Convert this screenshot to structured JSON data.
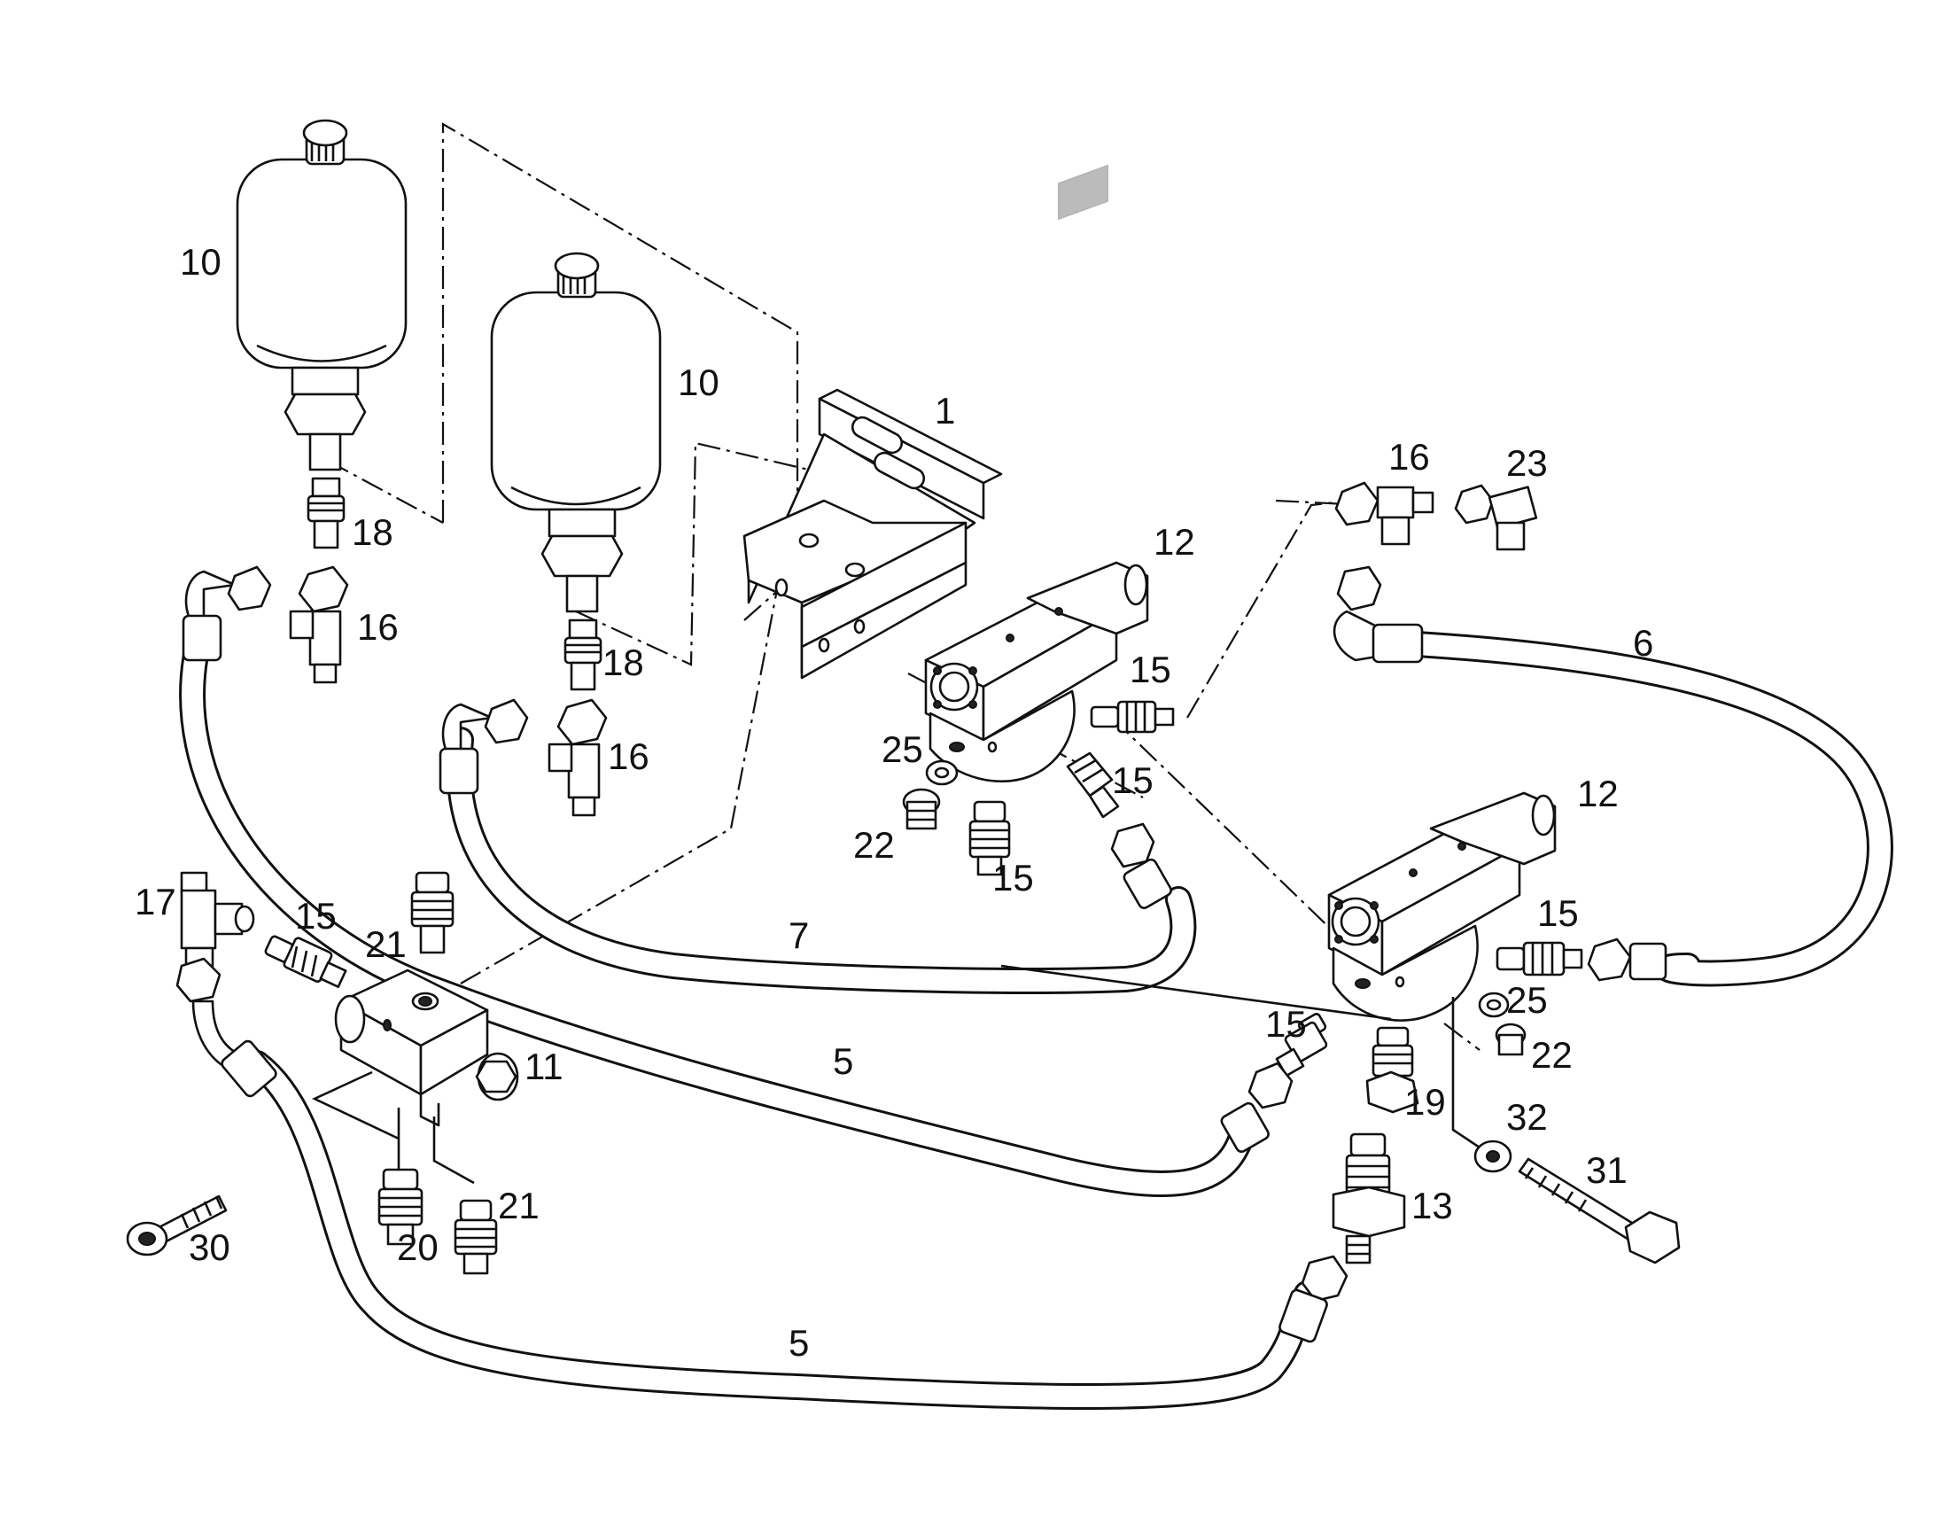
{
  "callouts": [
    {
      "id": "c10a",
      "text": "10"
    },
    {
      "id": "c10b",
      "text": "10"
    },
    {
      "id": "c1",
      "text": "1"
    },
    {
      "id": "c18a",
      "text": "18"
    },
    {
      "id": "c16a",
      "text": "16"
    },
    {
      "id": "c18b",
      "text": "18"
    },
    {
      "id": "c16b",
      "text": "16"
    },
    {
      "id": "c12a",
      "text": "12"
    },
    {
      "id": "c15a",
      "text": "15"
    },
    {
      "id": "c25a",
      "text": "25"
    },
    {
      "id": "c15b",
      "text": "15"
    },
    {
      "id": "c22a",
      "text": "22"
    },
    {
      "id": "c15c",
      "text": "15"
    },
    {
      "id": "c16c",
      "text": "16"
    },
    {
      "id": "c23",
      "text": "23"
    },
    {
      "id": "c6",
      "text": "6"
    },
    {
      "id": "c12b",
      "text": "12"
    },
    {
      "id": "c15d",
      "text": "15"
    },
    {
      "id": "c25b",
      "text": "25"
    },
    {
      "id": "c22b",
      "text": "22"
    },
    {
      "id": "c17",
      "text": "17"
    },
    {
      "id": "c15e",
      "text": "15"
    },
    {
      "id": "c21a",
      "text": "21"
    },
    {
      "id": "c7",
      "text": "7"
    },
    {
      "id": "c11",
      "text": "11"
    },
    {
      "id": "c5a",
      "text": "5"
    },
    {
      "id": "c15f",
      "text": "15"
    },
    {
      "id": "c19",
      "text": "19"
    },
    {
      "id": "c32",
      "text": "32"
    },
    {
      "id": "c31",
      "text": "31"
    },
    {
      "id": "c13",
      "text": "13"
    },
    {
      "id": "c21b",
      "text": "21"
    },
    {
      "id": "c30",
      "text": "30"
    },
    {
      "id": "c20",
      "text": "20"
    },
    {
      "id": "c5b",
      "text": "5"
    }
  ]
}
